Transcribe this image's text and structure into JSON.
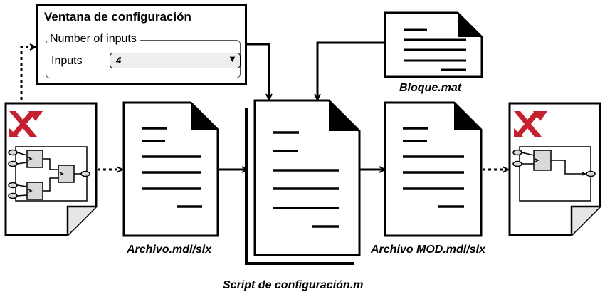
{
  "config_window": {
    "title": "Ventana de configuración",
    "group_title": "Number of inputs",
    "inputs_label": "Inputs",
    "inputs_value": "4"
  },
  "labels": {
    "bloque": "Bloque.mat",
    "archivo": "Archivo.mdl/slx",
    "archivo_mod": "Archivo MOD.mdl/slx",
    "script": "Script de configuración.m"
  },
  "colors": {
    "logo_red": "#c4202f",
    "block_fill": "#d9d9d9",
    "page_fill": "#ffffff",
    "stroke": "#000000"
  },
  "icons": [
    "xilinx-logo-icon",
    "dropdown-arrow-icon"
  ]
}
